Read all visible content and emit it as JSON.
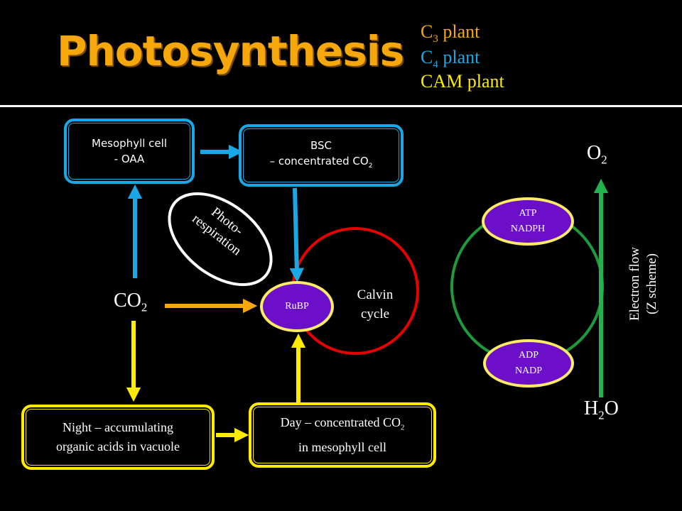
{
  "title": "Photosynthesis",
  "legend": {
    "c3": {
      "prefix": "C",
      "sub": "3",
      "suffix": "plant",
      "color": "#f5a70c"
    },
    "c4": {
      "prefix": "C",
      "sub": "4",
      "suffix": "plant",
      "color": "#1aa7e6"
    },
    "cam": {
      "text": "CAM plant",
      "color": "#ffeb00"
    }
  },
  "mesophyll": {
    "line1": "Mesophyll cell",
    "line2": "- OAA"
  },
  "bsc": {
    "line1": "BSC",
    "line2_prefix": "– concentrated CO",
    "line2_sub": "2"
  },
  "photorespiration": {
    "line1": "Photo-",
    "line2": "respiration"
  },
  "co2": {
    "text": "CO",
    "sub": "2"
  },
  "rubp": "RuBP",
  "calvin": {
    "line1": "Calvin",
    "line2": "cycle"
  },
  "atp_node": {
    "line1": "ATP",
    "line2": "NADPH"
  },
  "adp_node": {
    "line1": "ADP",
    "line2": "NADP"
  },
  "o2": {
    "text": "O",
    "sub": "2"
  },
  "h2o": {
    "pre": "H",
    "sub": "2",
    "post": "O"
  },
  "electron_flow": {
    "line1": "Electron flow",
    "line2": "(Z scheme)"
  },
  "night_box": {
    "line1": "Night – accumulating",
    "line2": "organic acids in vacuole"
  },
  "day_box": {
    "line1_prefix": "Day – concentrated CO",
    "line1_sub": "2",
    "line2": "in mesophyll cell"
  },
  "colors": {
    "c3_arrow": "#f5a70c",
    "c4_arrow": "#1aa7e6",
    "cam_arrow": "#ffeb00",
    "calvin_ring": "#e60000",
    "light_ring": "#1e9a3c",
    "electron_arrow": "#22b24c"
  }
}
